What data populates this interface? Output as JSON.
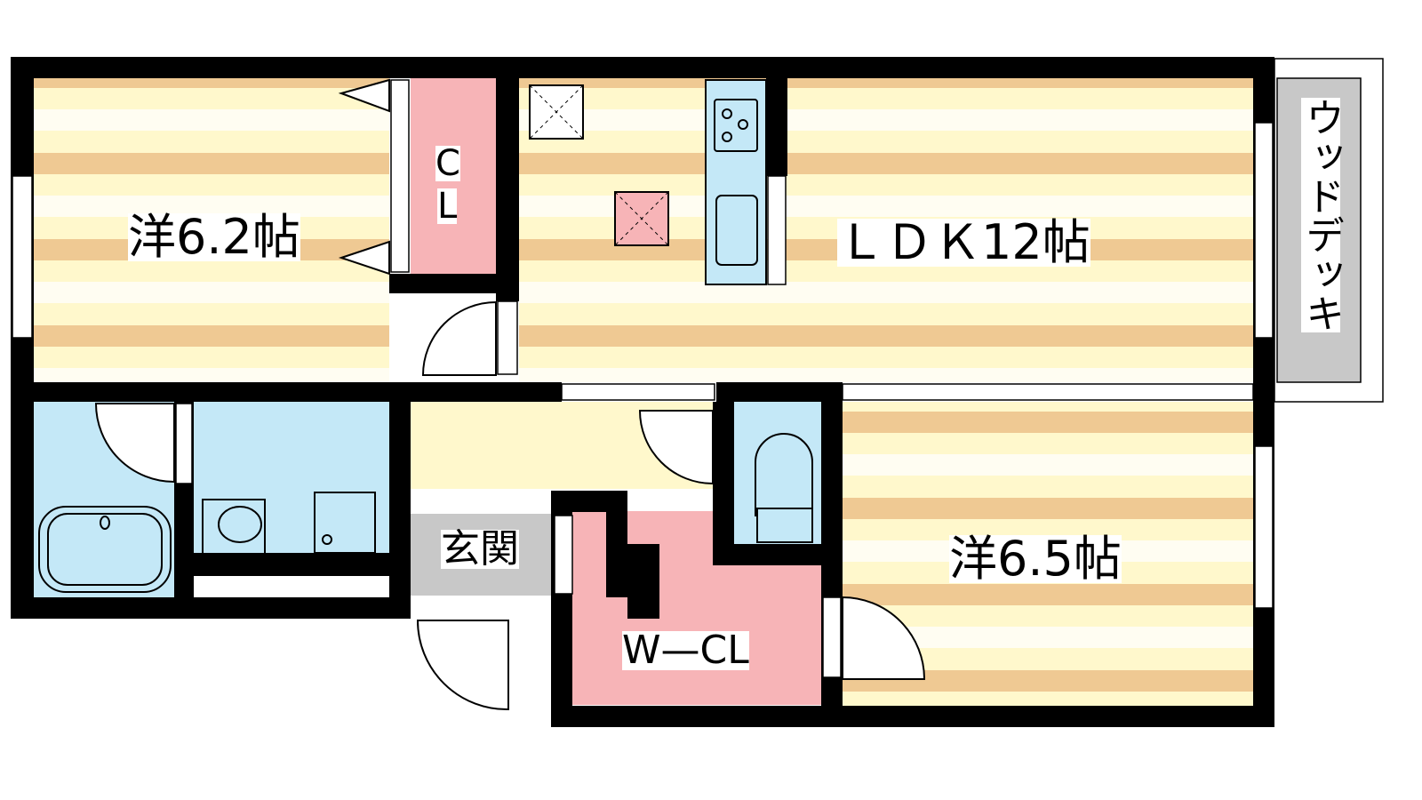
{
  "rooms": {
    "western_1": "洋6.2帖",
    "closet_c": "C",
    "closet_l": "L",
    "ldk": "ＬＤＫ12帖",
    "western_2": "洋6.5帖",
    "entrance": "玄関",
    "walk_in_closet": "W—CL",
    "wood_deck": "ウッドデッキ"
  },
  "colors": {
    "floor_light": "#fff8cc",
    "floor_stripe": "#efc993",
    "closet": "#f7b4b7",
    "wet_area": "#c4e8f7",
    "entrance": "#c8c8c8",
    "wall": "#000000"
  }
}
